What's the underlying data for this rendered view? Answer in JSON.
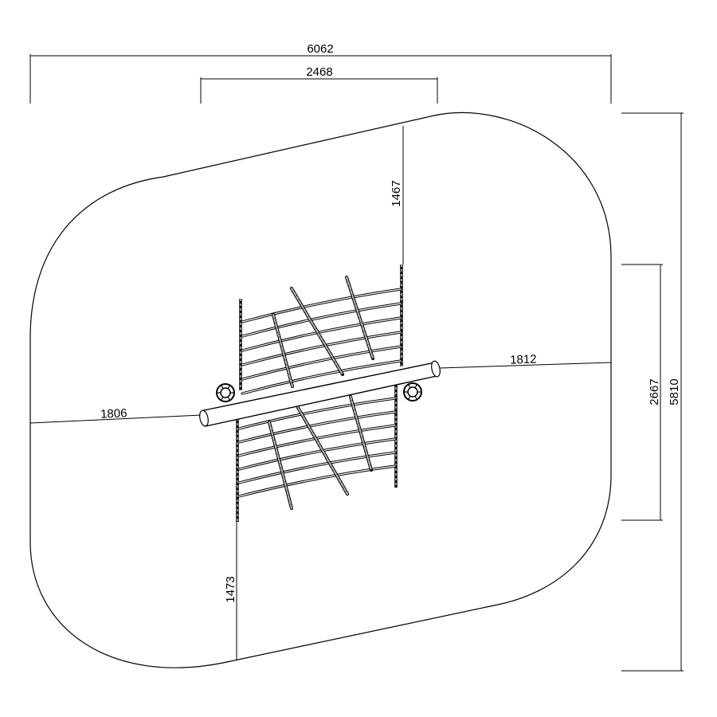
{
  "dimensions": {
    "overall_width": "6062",
    "inner_width": "2468",
    "overall_height": "5810",
    "equipment_height": "2667",
    "top_clearance": "1467",
    "bottom_clearance": "1473",
    "left_clearance": "1806",
    "right_clearance": "1812"
  },
  "colors": {
    "line": "#000000",
    "background": "#ffffff",
    "net_fill": "#bdbdbd"
  }
}
